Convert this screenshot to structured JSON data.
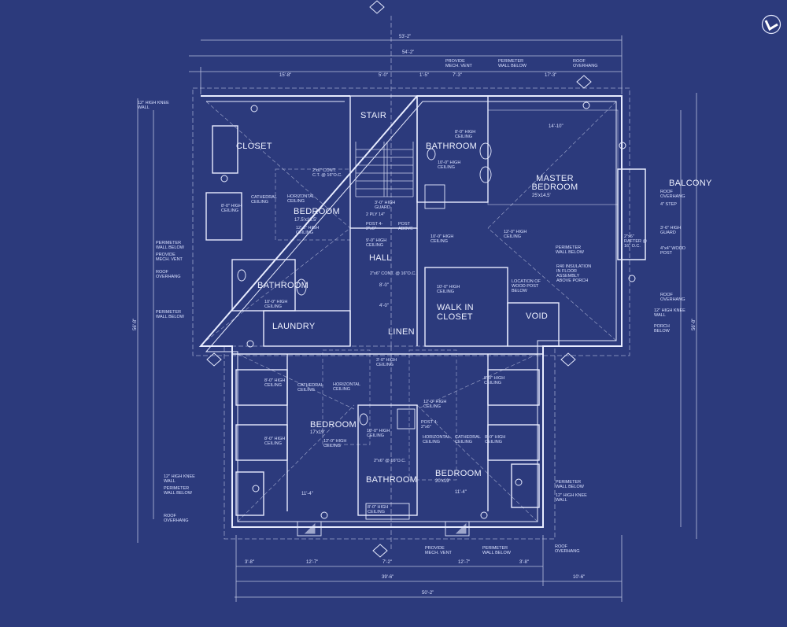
{
  "logo": {
    "text": "V",
    "icon": "v-circle-logo"
  },
  "colors": {
    "background": "#2c3a7c",
    "lines": "#e8ecff"
  },
  "rooms": {
    "stair": "STAIR",
    "closet": "CLOSET",
    "bathroom_upper": "BATHROOM",
    "master_bedroom": "MASTER BEDROOM",
    "master_bedroom_size": "25'x14.5'",
    "bedroom_upper": "BEDROOM",
    "bedroom_upper_size": "17.5'x18.5'",
    "hall": "HALL",
    "bathroom_left": "BATHROOM",
    "laundry": "LAUNDRY",
    "linen": "LINEN",
    "walk_in_closet_1": "WALK IN",
    "walk_in_closet_2": "CLOSET",
    "void": "VOID",
    "balcony": "BALCONY",
    "bedroom_lower_left": "BEDROOM",
    "bedroom_lower_left_size": "17'x19'",
    "bedroom_lower_right": "BEDROOM",
    "bedroom_lower_right_size": "20'x19'",
    "bathroom_lower": "BATHROOM"
  },
  "dimensions": {
    "top_overall": "53'-2\"",
    "top_second": "54'-2\"",
    "top_left": "15'-8\"",
    "top_mid": "5'-0\"",
    "top_mid2": "1'-5\"",
    "top_mid3": "7'-3\"",
    "top_right": "17'-3\"",
    "left_overall": "56'-8\"",
    "right_overall": "56'-8\"",
    "bottom_1": "3'-8\"",
    "bottom_2": "12'-7\"",
    "bottom_3": "7'-2\"",
    "bottom_4": "12'-7\"",
    "bottom_5": "3'-8\"",
    "bottom_second": "39'-6\"",
    "bottom_right": "10'-6\"",
    "bottom_overall": "50'-2\"",
    "hall_width": "8'-0\"",
    "linen_width": "4'-0\"",
    "master_width": "14'-10\"",
    "lower_left_width": "11'-4\"",
    "lower_right_width": "11'-4\""
  },
  "notes": [
    "12\" HIGH KNEE WALL",
    "PERIMETER WALL BELOW",
    "PROVIDE MECH. VENT",
    "ROOF OVERHANG",
    "PERIMETER WALL BELOW",
    "12\" HIGH KNEE WALL",
    "PERIMETER WALL BELOW",
    "ROOF OVERHANG",
    "PROVIDE MECH. VENT",
    "PERIMETER WALL BELOW",
    "ROOF OVERHANG",
    "ROOF OVERHANG",
    "4\" STEP",
    "3'-6\" HIGH GUARD",
    "4\"x4\" WOOD POST",
    "ROOF OVERHANG",
    "12\" HIGH KNEE WALL",
    "PORCH BELOW",
    "PERIMETER WALL BELOW",
    "12\" HIGH KNEE WALL",
    "PROVIDE MECH. VENT",
    "PERIMETER WALL BELOW",
    "ROOF OVERHANG",
    "8'-0\" HIGH CEILING",
    "CATHEDRAL CEILING",
    "HORIZONTAL CEILING",
    "12'-0\" HIGH CEILING",
    "2'x6\" CONT. C.T. @ 16\"O.C.",
    "3'-0\" HIGH GUARD",
    "2 PLY 14\"",
    "POST 4-2\"x6\"",
    "POST ABOVE",
    "9'-0\" HIGH CEILING",
    "10'-0\" HIGH CEILING",
    "8'-0\" HIGH CEILING",
    "12'-0\" HIGH CEILING",
    "PERIMETER WALL BELOW",
    "R40 INSULATION IN FLOOR ASSEMBLY ABOVE PORCH",
    "LOCATION OF WOOD POST BELOW",
    "10'-0\" HIGH CEILING",
    "10'-0\" HIGH CEILING",
    "10'-0\" HIGH CEILING",
    "2\"x6\" CONT. @ 16\"O.C.",
    "8'-0\" HIGH CEILING",
    "CATHEDRAL CEILING",
    "HORIZONTAL CEILING",
    "12'-0\" HIGH CEILING",
    "10'-0\" HIGH CEILING",
    "12'-0\" HIGH CEILING",
    "POST 4-2\"x6\"",
    "HORIZONTAL CEILING",
    "CATHEDRAL CEILING",
    "8'-0\" HIGH CEILING",
    "8'-0\" HIGH CEILING",
    "8'-0\" HIGH CEILING",
    "2\"x6\" @ 16\"O.C.",
    "8'-0\" HIGH CEILING",
    "3'-0\" HIGH CEILING",
    "2\"x6\" RAFTER @ 16\" O.C."
  ]
}
